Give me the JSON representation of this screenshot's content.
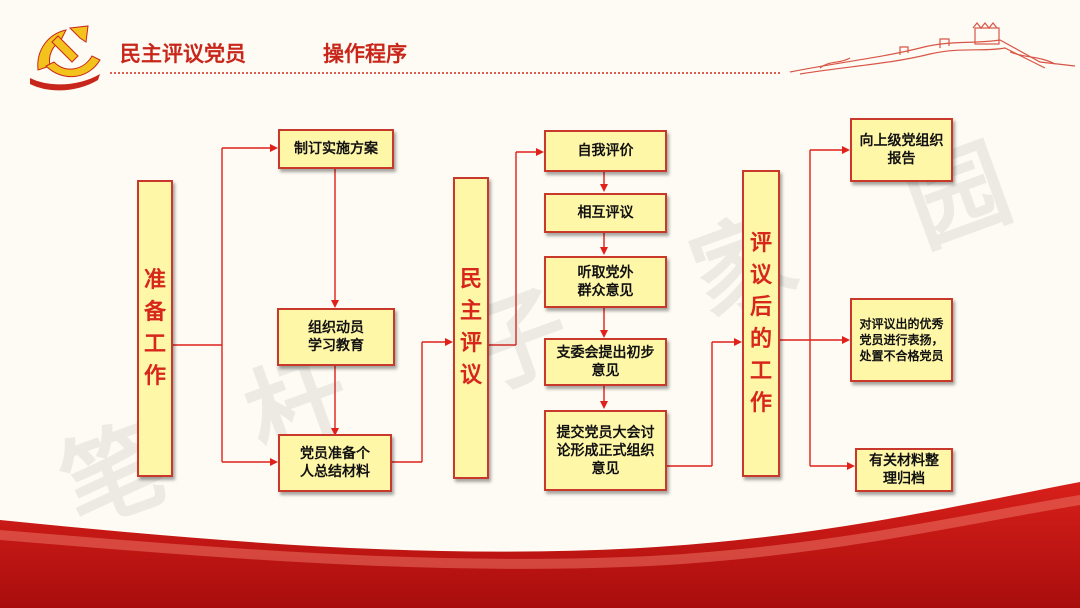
{
  "header": {
    "title": "民主评议党员",
    "subtitle": "操作程序"
  },
  "watermark": [
    "笔",
    "杆",
    "子",
    "家",
    "园"
  ],
  "stages": {
    "prepare": [
      "准",
      "备",
      "工",
      "作"
    ],
    "review": [
      "民",
      "主",
      "评",
      "议"
    ],
    "after": [
      "评",
      "议",
      "后",
      "的",
      "工",
      "作"
    ]
  },
  "prepare_steps": {
    "plan": "制订实施方案",
    "mobilize": "组织动员\n学习教育",
    "summary": "党员准备个\n人总结材料"
  },
  "review_steps": {
    "self": "自我评价",
    "mutual": "相互评议",
    "listen": "听取党外\n群众意见",
    "branch": "支委会提出初步\n意见",
    "submit": "提交党员大会讨\n论形成正式组织\n意见"
  },
  "after_steps": {
    "report": "向上级党组织\n报告",
    "commend": "对评议出的优秀\n党员进行表扬，\n处置不合格党员",
    "archive": "有关材料整\n理归档"
  },
  "colors": {
    "accent": "#c8261a",
    "box_fill": "#fff7a8",
    "box_border": "#c8392b",
    "line": "#e0201a"
  }
}
